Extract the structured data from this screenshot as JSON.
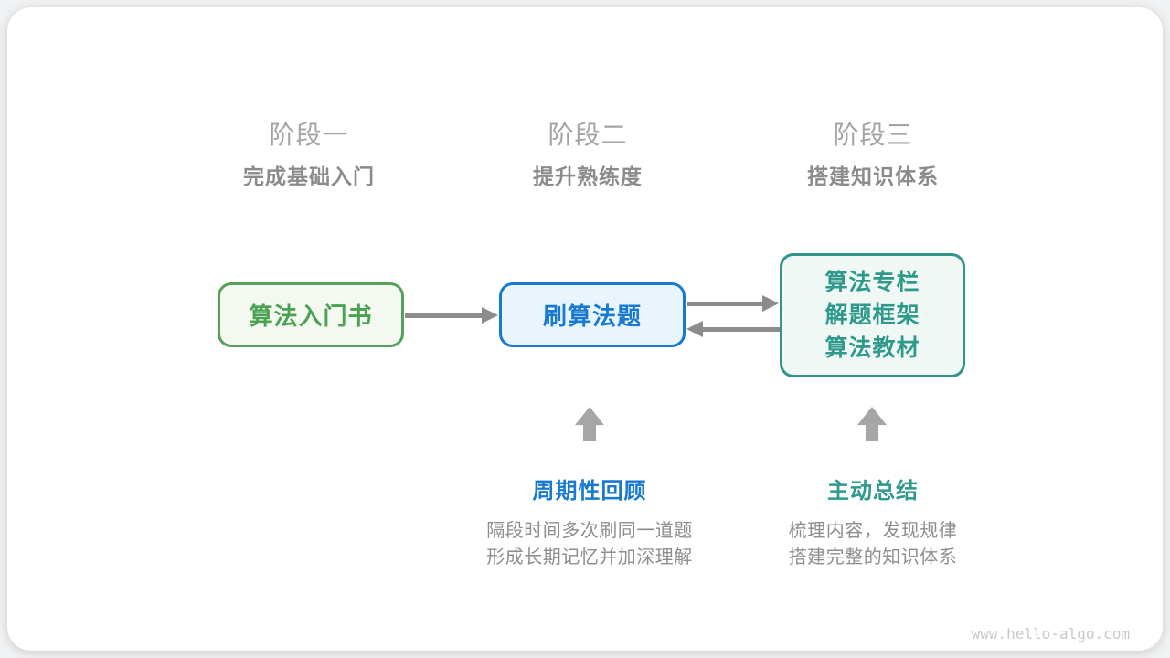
{
  "diagram": {
    "watermark": "www.hello-algo.com",
    "stages": [
      {
        "title": "阶段一",
        "subtitle": "完成基础入门"
      },
      {
        "title": "阶段二",
        "subtitle": "提升熟练度"
      },
      {
        "title": "阶段三",
        "subtitle": "搭建知识体系"
      }
    ],
    "nodes": [
      {
        "label": "算法入门书",
        "theme": "green"
      },
      {
        "label": "刷算法题",
        "theme": "blue"
      },
      {
        "label_lines": [
          "算法专栏",
          "解题框架",
          "算法教材"
        ],
        "theme": "teal"
      }
    ],
    "annotations": [
      {
        "label": "周期性回顾",
        "theme": "blue",
        "desc_lines": [
          "隔段时间多次刷同一道题",
          "形成长期记忆并加深理解"
        ]
      },
      {
        "label": "主动总结",
        "theme": "teal",
        "desc_lines": [
          "梳理内容，发现规律",
          "搭建完整的知识体系"
        ]
      }
    ],
    "colors": {
      "green": "#4aa152",
      "green_border": "#57a05a",
      "green_bg": "#f3f9f0",
      "blue": "#1779d2",
      "blue_bg": "#eaf4fd",
      "teal": "#2f9a8b",
      "teal_border": "#339488",
      "teal_bg": "#f0f8f5",
      "arrow_gray": "#8c8c8c",
      "block_arrow_gray": "#a6a6a6",
      "stage_title_gray": "#a4a4a4",
      "text_gray": "#8b8b8b",
      "watermark_gray": "#c9c9c9"
    }
  }
}
